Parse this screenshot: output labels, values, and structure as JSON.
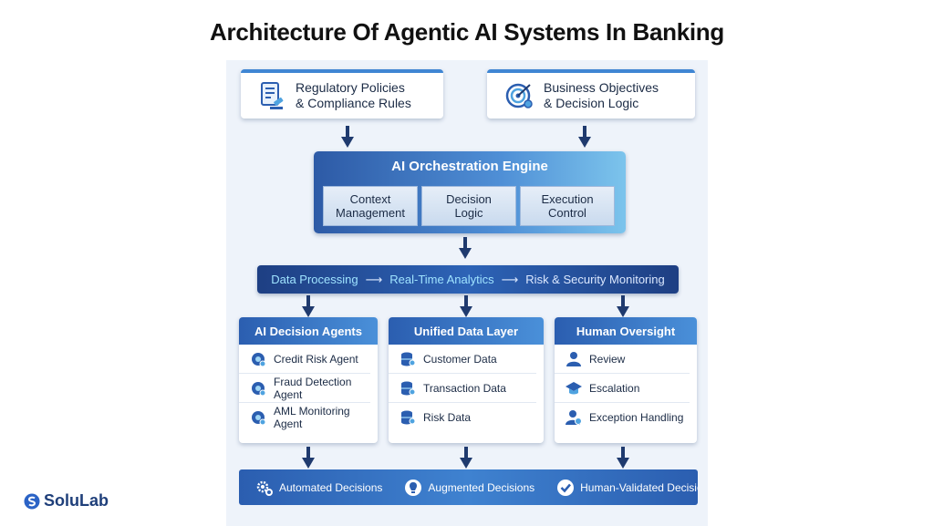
{
  "title": "Architecture Of Agentic AI Systems In Banking",
  "top_cards": [
    {
      "line1": "Regulatory Policies",
      "line2": "& Compliance Rules",
      "icon": "document-gavel-icon"
    },
    {
      "line1": "Business Objectives",
      "line2": "& Decision Logic",
      "icon": "target-gear-icon"
    }
  ],
  "engine": {
    "title": "AI Orchestration Engine",
    "modules": [
      {
        "line1": "Context",
        "line2": "Management"
      },
      {
        "line1": "Decision",
        "line2": "Logic"
      },
      {
        "line1": "Execution",
        "line2": "Control"
      }
    ]
  },
  "pipeline": {
    "step1": "Data Processing",
    "step2": "Real-Time Analytics",
    "step3": "Risk & Security Monitoring",
    "arrow": "⟶"
  },
  "columns": [
    {
      "title": "AI Decision Agents",
      "items": [
        "Credit Risk Agent",
        "Fraud Detection Agent",
        "AML Monitoring Agent"
      ],
      "icon": "agent-icon"
    },
    {
      "title": "Unified Data Layer",
      "items": [
        "Customer Data",
        "Transaction Data",
        "Risk Data"
      ],
      "icon": "database-icon"
    },
    {
      "title": "Human Oversight",
      "items": [
        "Review",
        "Escalation",
        "Exception Handling"
      ],
      "icon": "person-icon"
    }
  ],
  "outputs": [
    "Automated Decisions",
    "Augmented Decisions",
    "Human-Validated Decisions"
  ],
  "logo": "SoluLab",
  "colors": {
    "primary": "#2b5eb0",
    "dark": "#1e3f83",
    "light": "#7cc4ec",
    "arrow": "#1f3a6e"
  }
}
